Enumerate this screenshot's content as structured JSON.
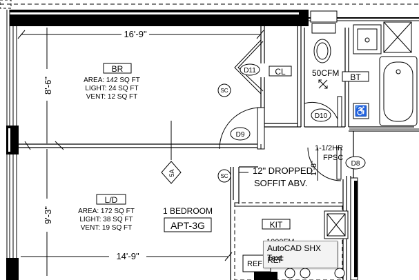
{
  "rooms": {
    "br": {
      "tag": "BR",
      "area": "AREA: 142 SQ FT",
      "light": "LIGHT: 24 SQ FT",
      "vent": "VENT: 12 SQ FT",
      "width_dim": "16'-9\"",
      "depth_dim": "8'-6\""
    },
    "ld": {
      "tag": "L/D",
      "area": "AREA: 172 SQ FT",
      "light": "LIGHT: 38 SQ FT",
      "vent": "VENT: 19 SQ FT",
      "width_dim": "14'-9\"",
      "depth_dim": "9'-3\""
    },
    "cl": "CL",
    "bt": "BT",
    "kit": "KIT",
    "ref": "REF"
  },
  "unit": {
    "type": "1 BEDROOM",
    "name": "APT-3G"
  },
  "doors": {
    "d11": "D11",
    "d10": "D10",
    "d9": "D9",
    "d8": "D8"
  },
  "tags": {
    "sc1": "SC",
    "sc2": "SC",
    "section": "5A"
  },
  "notes": {
    "fan": "50CFM",
    "rating_line1": "1-1/2HR",
    "rating_line2": "FPSC",
    "soffit_line1": "12\" DROPPED",
    "soffit_line2": "SOFFIT ABV.",
    "dim_small": "1'-6\"",
    "partial_text": "1000FM"
  },
  "tooltip": {
    "title": "AutoCAD SHX Text",
    "value": "REF"
  }
}
